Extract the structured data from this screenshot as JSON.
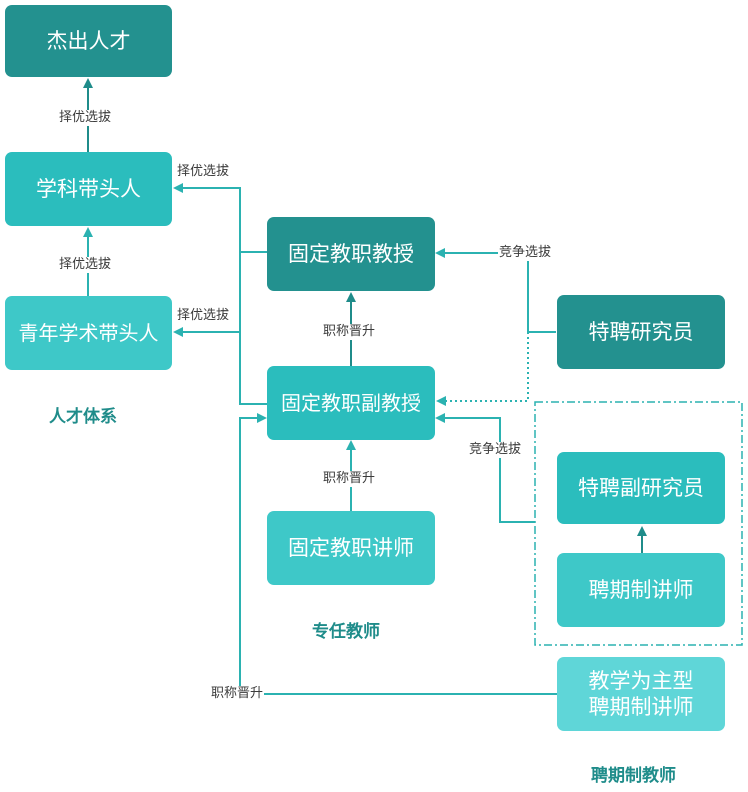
{
  "nodes": {
    "outstanding_talent": "杰出人才",
    "discipline_leader": "学科带头人",
    "young_academic_leader": "青年学术带头人",
    "tenured_professor": "固定教职教授",
    "tenured_associate_professor": "固定教职副教授",
    "tenured_lecturer": "固定教职讲师",
    "distinguished_researcher": "特聘研究员",
    "distinguished_associate_researcher": "特聘副研究员",
    "contract_lecturer": "聘期制讲师",
    "teaching_contract_lecturer": "教学为主型\n聘期制讲师"
  },
  "edges": {
    "select_best_1": "择优选拔",
    "select_best_2": "择优选拔",
    "select_best_3": "择优选拔",
    "select_best_4": "择优选拔",
    "competitive_1": "竞争选拔",
    "competitive_2": "竞争选拔",
    "promotion_1": "职称晋升",
    "promotion_2": "职称晋升",
    "promotion_3": "职称晋升"
  },
  "groups": {
    "talent_system": "人才体系",
    "fulltime_faculty": "专任教师",
    "contract_faculty": "聘期制教师"
  },
  "colors": {
    "dark": "#23918f",
    "mid": "#2bbdbd",
    "light": "#3ec8c8",
    "pale": "#5fd6d8",
    "line": "#2bb2b1"
  }
}
